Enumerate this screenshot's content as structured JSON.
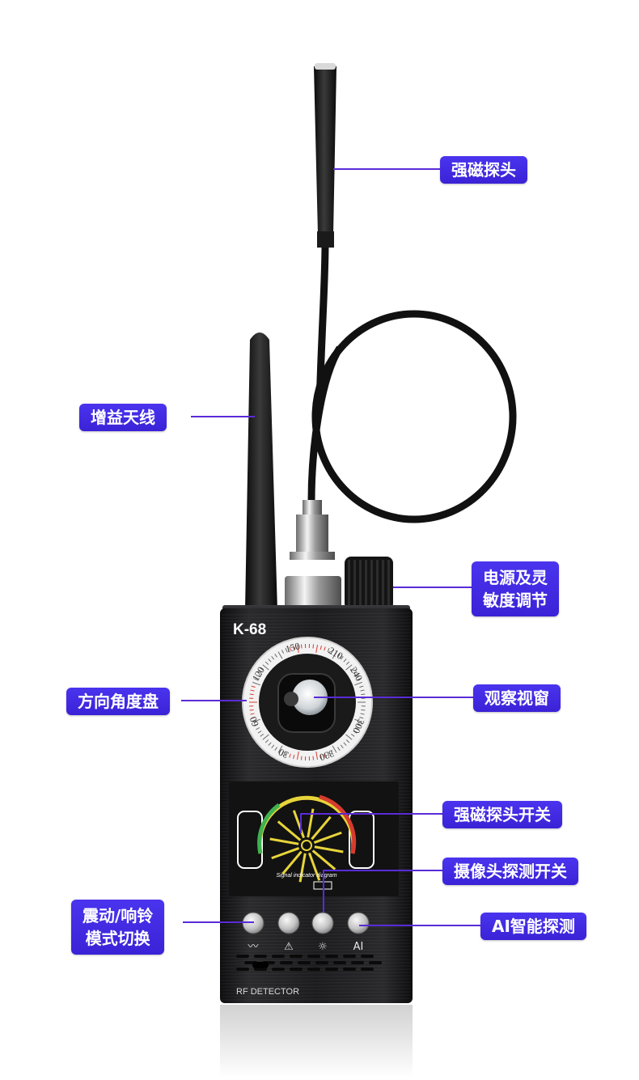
{
  "device": {
    "model": "K-68",
    "brand_text": "RF DETECTOR",
    "dial_ticks": [
      "150",
      "210",
      "240",
      "120",
      "60",
      "300",
      "30",
      "330"
    ],
    "gauge_caption": "Signal indicator diagram",
    "buttons": [
      {
        "icon": "vibrate-icon"
      },
      {
        "icon": "magnet-probe-icon"
      },
      {
        "icon": "sun-icon"
      },
      {
        "icon": "ai-icon",
        "text": "AI"
      }
    ]
  },
  "callouts": {
    "strong_magnet_probe": "强磁探头",
    "gain_antenna": "增益天线",
    "power_sensitivity": [
      "电源及灵",
      "敏度调节"
    ],
    "direction_dial": "方向角度盘",
    "observation_window": "观察视窗",
    "magnet_probe_switch": "强磁探头开关",
    "camera_probe_switch": "摄像头探测开关",
    "vibrate_ring_mode": [
      "震动/响铃",
      "模式切换"
    ],
    "ai_detection": "AI智能探测"
  },
  "colors": {
    "callout_bg": "#3f2be3",
    "leader_line": "#5a2bd8",
    "device_body": "#1a1a1c"
  }
}
